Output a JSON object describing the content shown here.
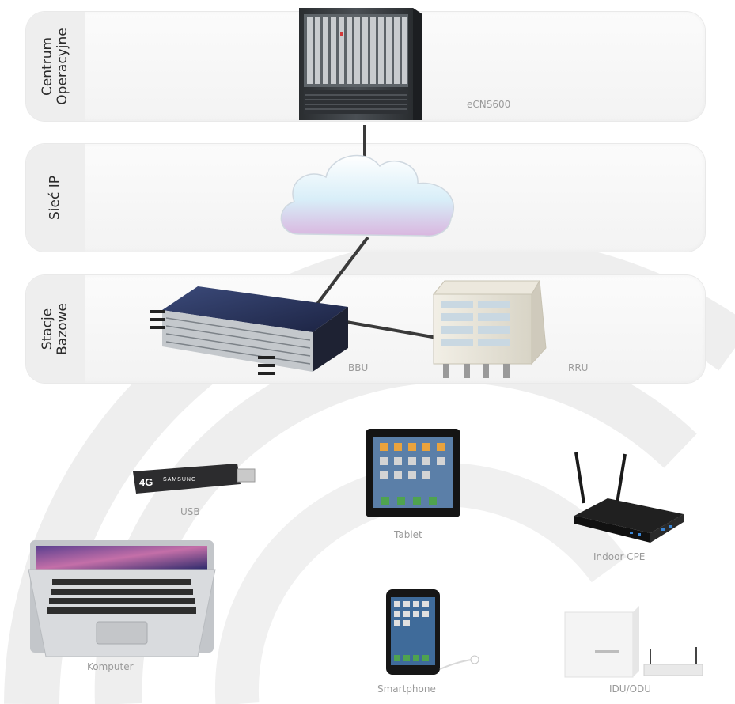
{
  "layers": {
    "core": {
      "line1": "Centrum",
      "line2": "Operacyjne"
    },
    "ip": {
      "line1": "Sieć IP"
    },
    "base": {
      "line1": "Stacje",
      "line2": "Bazowe"
    }
  },
  "equipment": {
    "core_server": "eCNS600",
    "bbu": "BBU",
    "rru": "RRU"
  },
  "devices": {
    "usb": "USB",
    "usb_brand": "SAMSUNG",
    "usb_tag": "4G",
    "tablet": "Tablet",
    "indoor_cpe": "Indoor CPE",
    "computer": "Komputer",
    "smartphone": "Smartphone",
    "idu_odu": "IDU/ODU"
  },
  "colors": {
    "link": "#3a3a3a",
    "label": "#9a9a9a",
    "signal_arc": "#e8e8e8"
  }
}
